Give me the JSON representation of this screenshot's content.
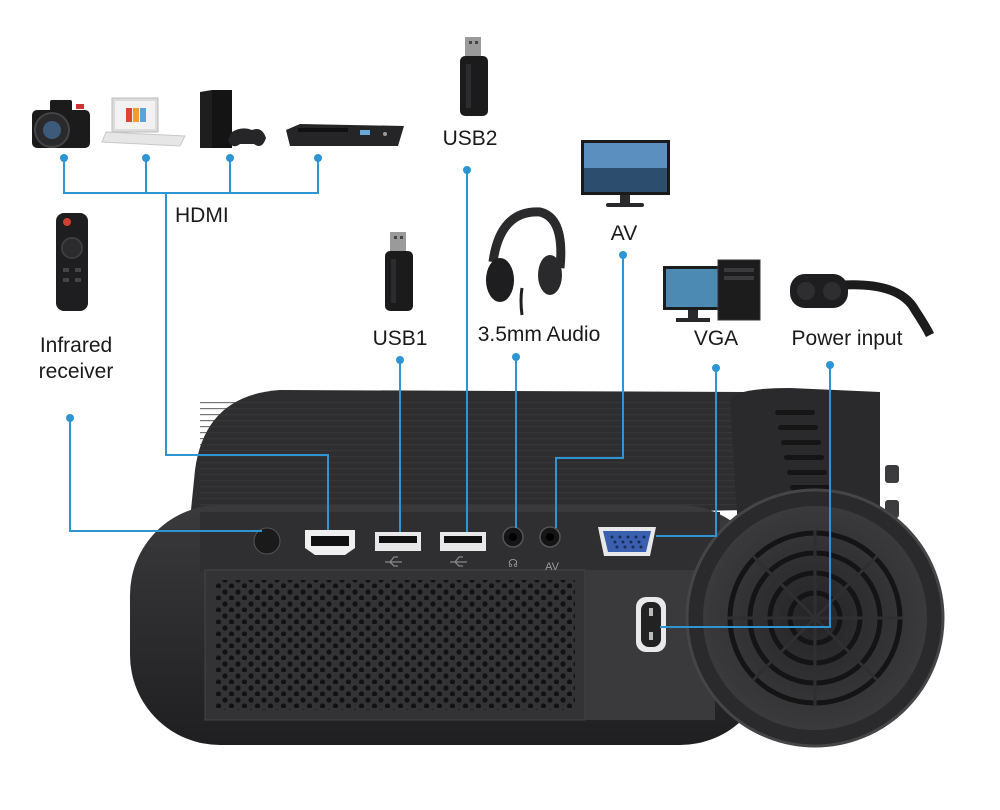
{
  "labels": {
    "hdmi": "HDMI",
    "usb2": "USB2",
    "usb1": "USB1",
    "audio": "3.5mm Audio",
    "av": "AV",
    "vga": "VGA",
    "power": "Power input",
    "ir_line1": "Infrared",
    "ir_line2": "receiver"
  },
  "port_marks": {
    "headphone": "☊",
    "av": "AV"
  },
  "colors": {
    "wire": "#2d95d2",
    "body": "#2b2b2d",
    "vga_port": "#3a5fb0"
  },
  "devices": [
    "camera-icon",
    "laptop-icon",
    "game-console-icon",
    "dvd-player-icon",
    "remote-control-icon",
    "usb-drive-icon",
    "headphones-icon",
    "monitor-icon",
    "desktop-pc-icon",
    "power-cable-icon"
  ]
}
